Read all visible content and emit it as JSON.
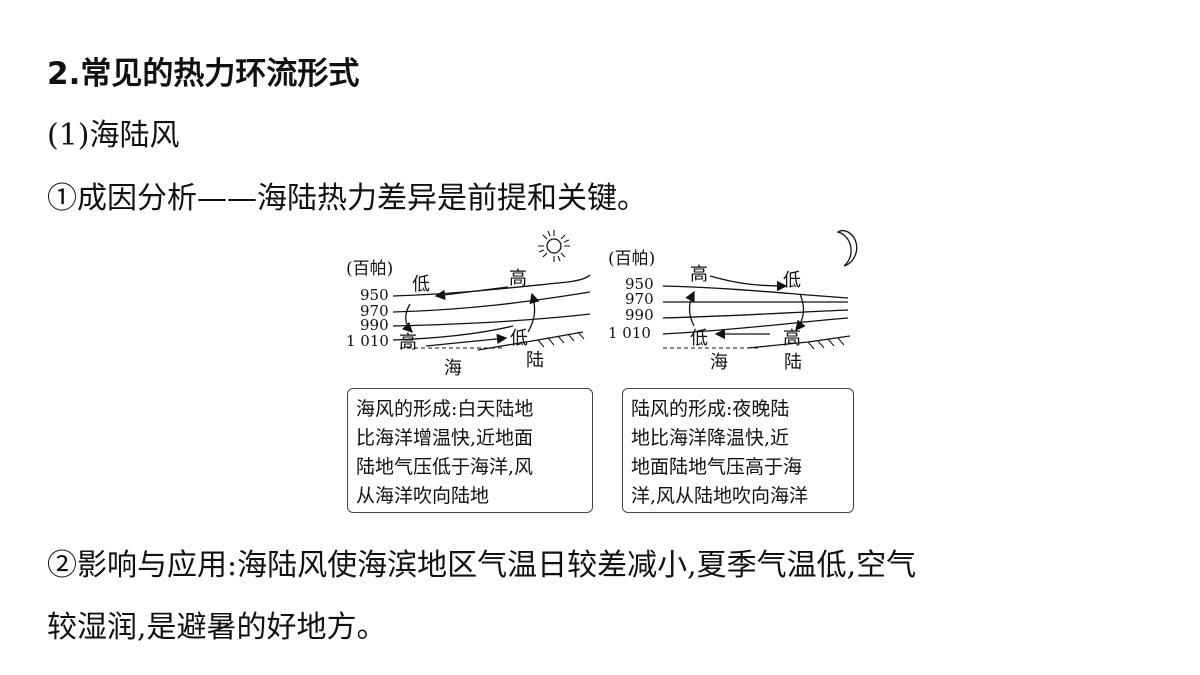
{
  "heading": "2.常见的热力环流形式",
  "subheading": "(1)海陆风",
  "cause": "①成因分析——海陆热力差异是前提和关键。",
  "diagram": {
    "left": {
      "unit_label": "(百帕)",
      "levels": [
        "950",
        "970",
        "990",
        "1 010"
      ],
      "upper_low": "低",
      "upper_high": "高",
      "lower_high": "高",
      "lower_low": "低",
      "sea": "海",
      "land": "陆",
      "icon": "sun-icon"
    },
    "right": {
      "unit_label": "(百帕)",
      "levels": [
        "950",
        "970",
        "990",
        "1 010"
      ],
      "upper_high": "高",
      "upper_low": "低",
      "lower_low": "低",
      "lower_high": "高",
      "sea": "海",
      "land": "陆",
      "icon": "moon-icon"
    },
    "box_left": [
      "海风的形成:白天陆地",
      "比海洋增温快,近地面",
      "陆地气压低于海洋,风",
      "从海洋吹向陆地"
    ],
    "box_right": [
      "陆风的形成:夜晚陆",
      "地比海洋降温快,近",
      "地面陆地气压高于海",
      "洋,风从陆地吹向海洋"
    ]
  },
  "influence_line1": "②影响与应用:海陆风使海滨地区气温日较差减小,夏季气温低,空气",
  "influence_line2": "较湿润,是避暑的好地方。"
}
